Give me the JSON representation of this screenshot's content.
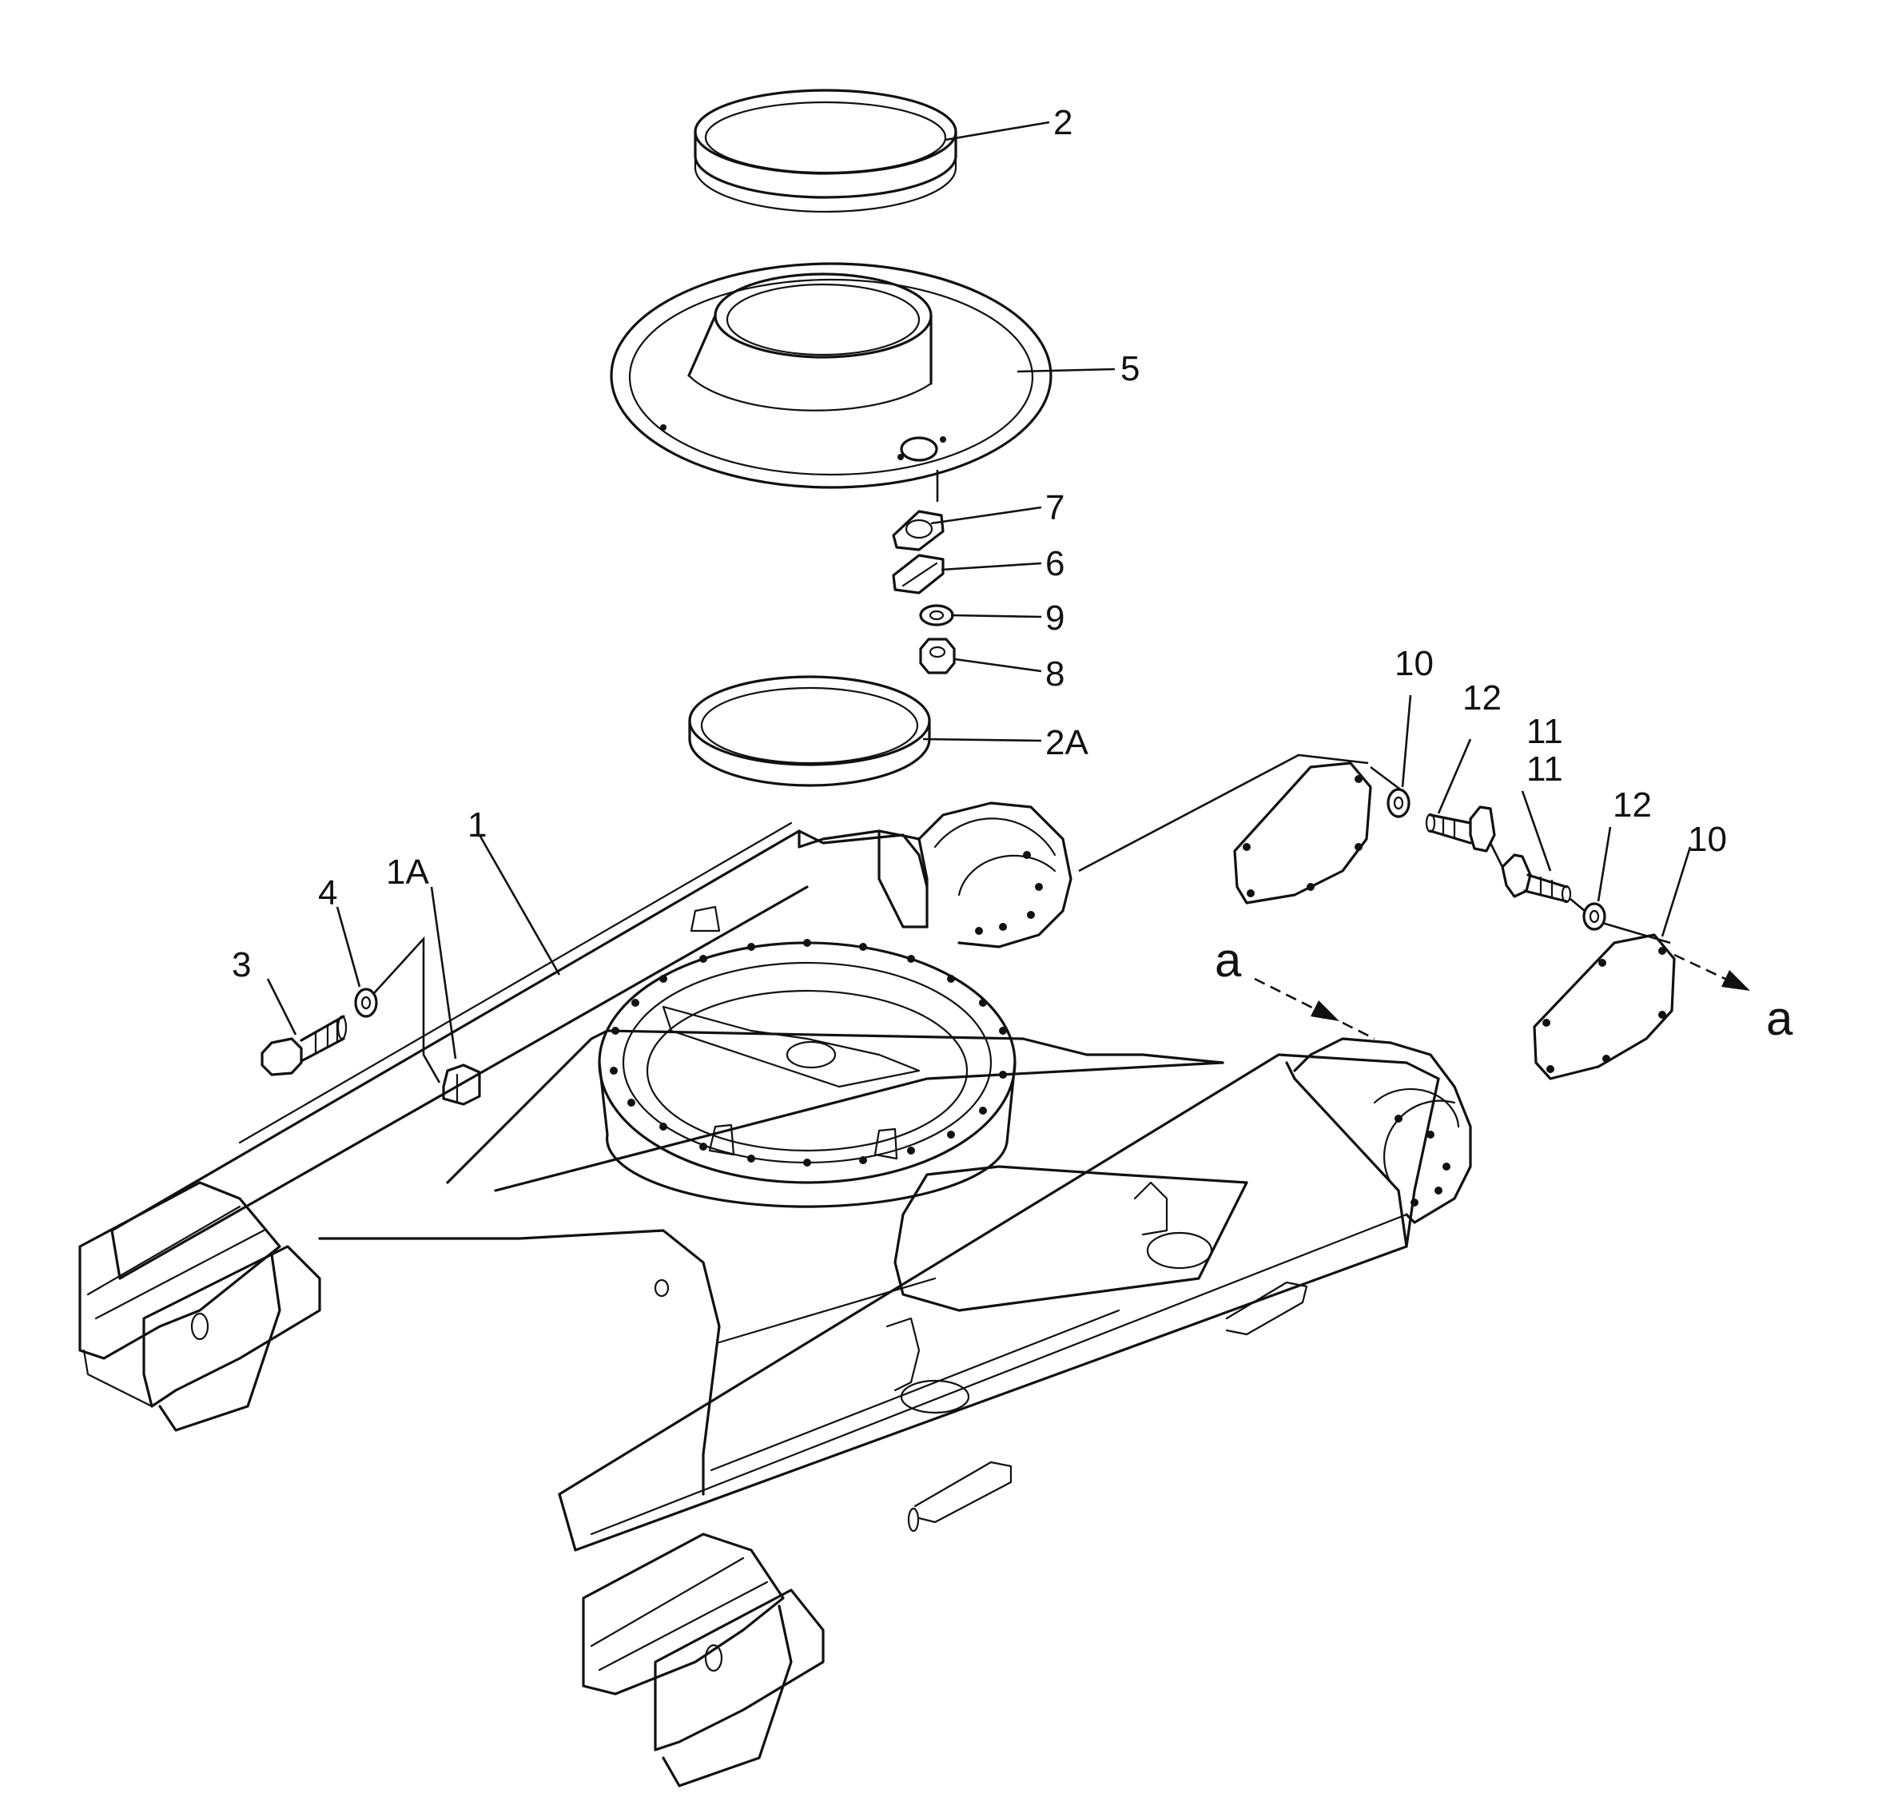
{
  "diagram": {
    "callouts": {
      "c1": "1",
      "c1A": "1A",
      "c2": "2",
      "c2A": "2A",
      "c3": "3",
      "c4": "4",
      "c5": "5",
      "c6": "6",
      "c7": "7",
      "c8": "8",
      "c9": "9",
      "c10a": "10",
      "c10b": "10",
      "c11a": "11",
      "c11b": "11",
      "c12a": "12",
      "c12b": "12"
    },
    "view_marks": {
      "a_left": "a",
      "a_right": "a"
    }
  }
}
